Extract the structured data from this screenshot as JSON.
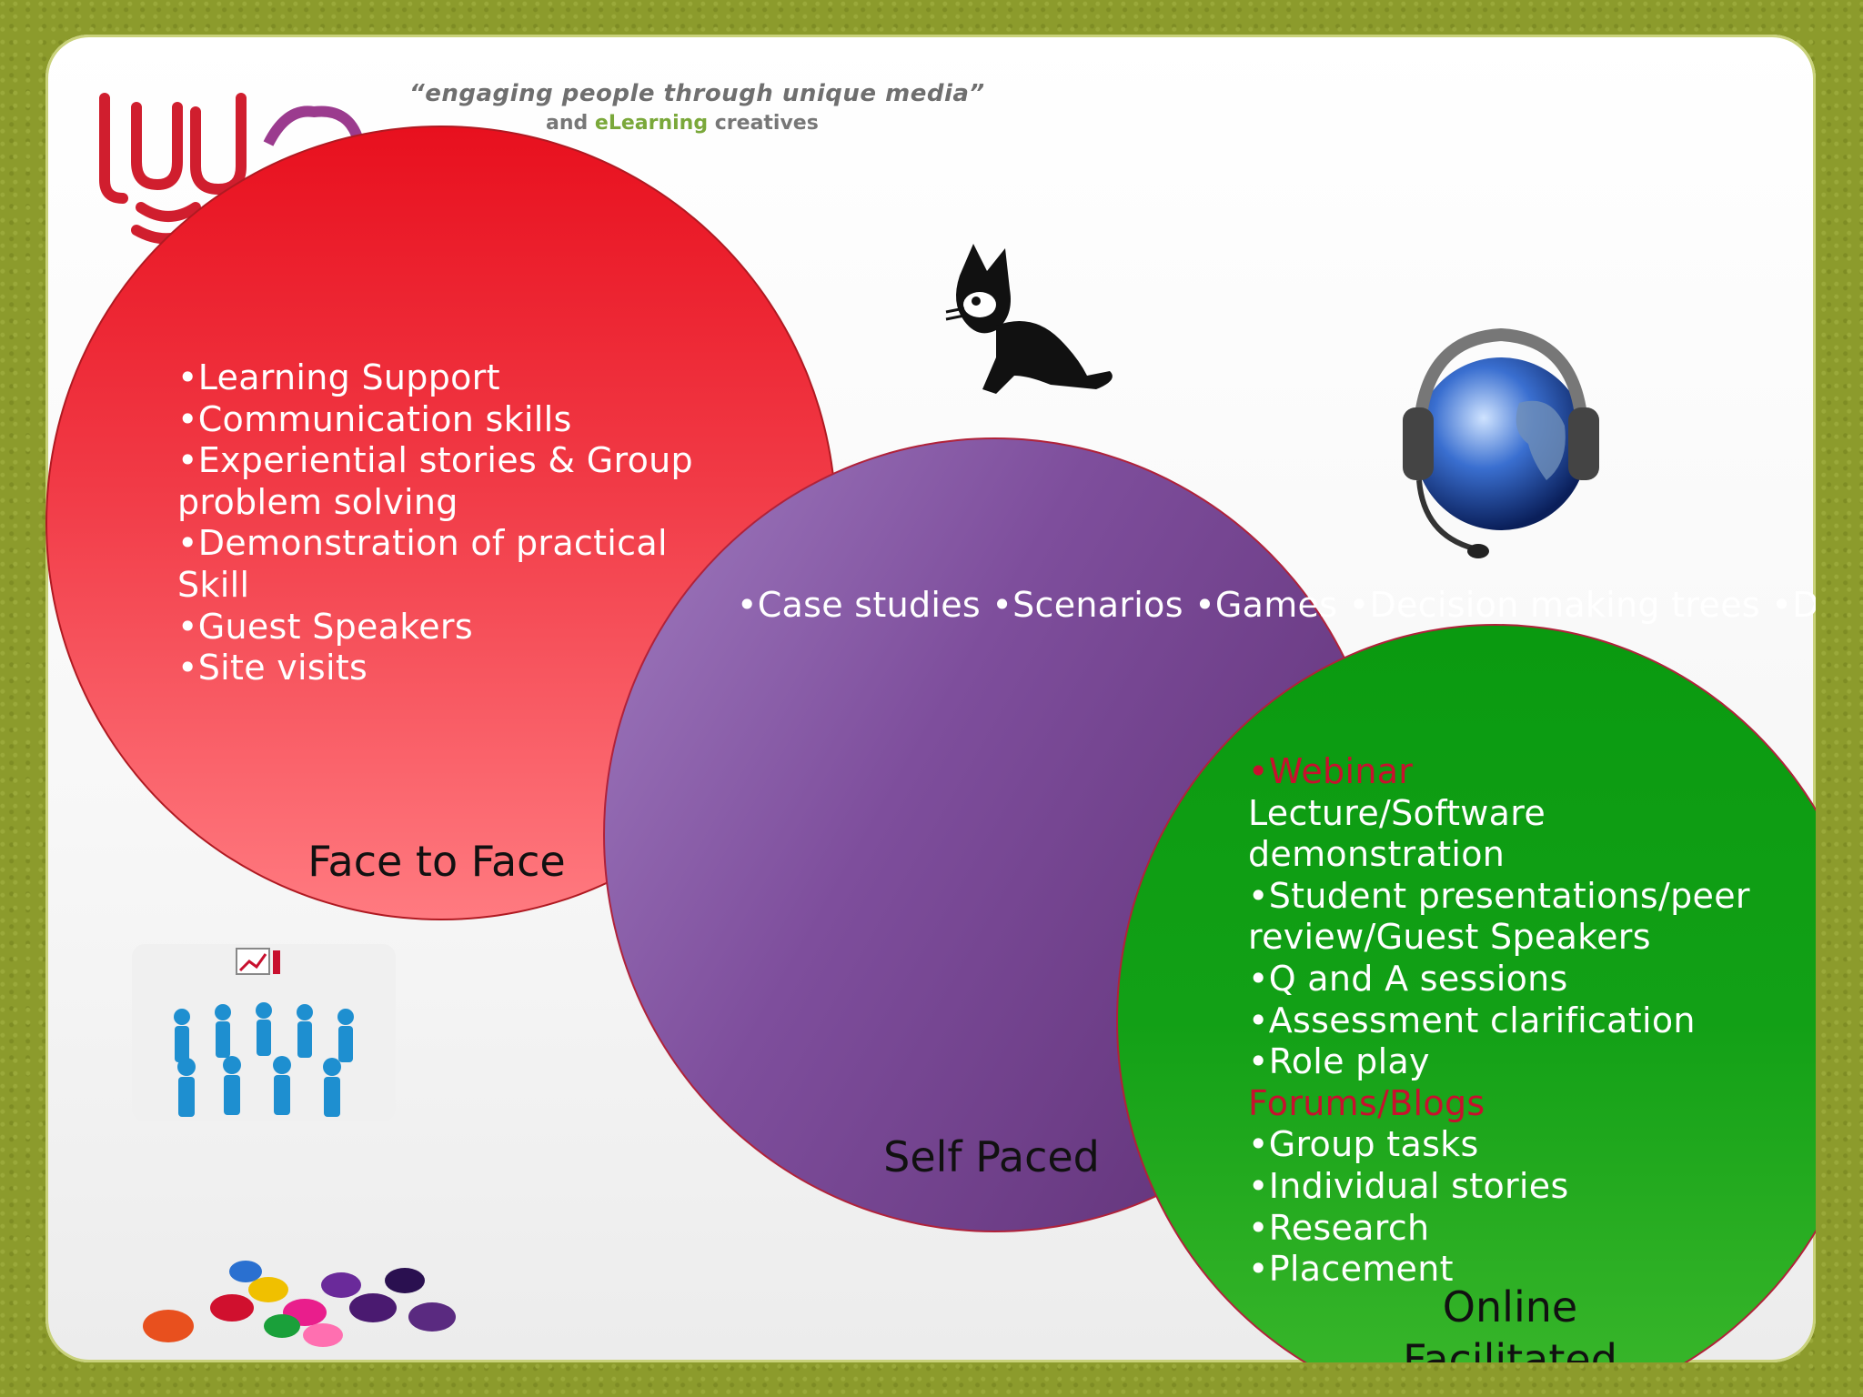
{
  "header": {
    "tagline": "“engaging people through unique media”",
    "subline_prefix": "and ",
    "subline_highlight": "eLearning",
    "subline_suffix": " creatives"
  },
  "circles": {
    "face_to_face": {
      "items": "•Learning Support\n•Communication skills\n•Experiential stories & Group problem solving\n•Demonstration of practical Skill\n•Guest Speakers\n•Site visits",
      "label": "Face to Face",
      "color": "#e8101e"
    },
    "self_paced": {
      "items": "•Case studies\n•Scenarios\n•Games\n•Decision making trees\n•Demonstration of Knowled\n•Video\n•Industry\nKnowledge\n•Quizzes\n•Communication",
      "label": "Self Paced",
      "color": "#7e4e9c"
    },
    "online_facilitated": {
      "item_webinar": "•Webinar",
      "items_a": "Lecture/Software demonstration\n•Student presentations/peer review/Guest Speakers\n•Q and A sessions\n•Assessment clarification\n•Role play",
      "item_forums": "Forums/Blogs",
      "items_b": "•Group tasks\n•Individual stories\n•Research\n•Placement",
      "label": "Online Facilitated",
      "color": "#0a9a10",
      "highlight_color": "#c8102e"
    }
  }
}
